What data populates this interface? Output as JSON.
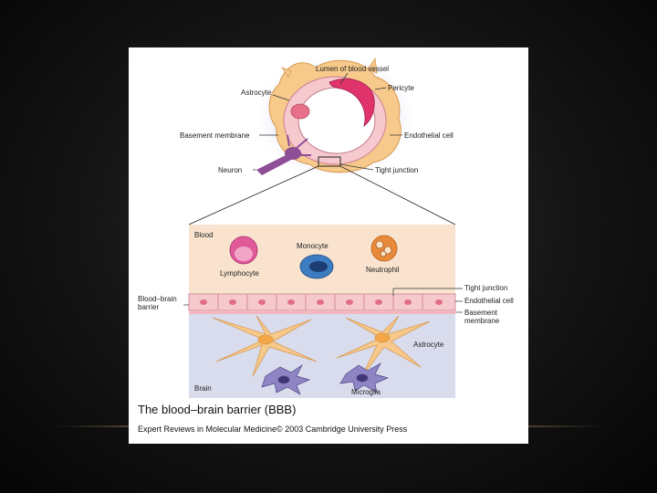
{
  "figure": {
    "top_labels": {
      "lumen": "Lumen of blood vessel",
      "astrocyte": "Astrocyte",
      "pericyte": "Pericyte",
      "basement_membrane": "Basement membrane",
      "endothelial_cell": "Endothelial cell",
      "neuron": "Neuron",
      "tight_junction": "Tight junction"
    },
    "detail_labels": {
      "blood": "Blood",
      "monocyte": "Monocyte",
      "lymphocyte": "Lymphocyte",
      "neutrophil": "Neutrophil",
      "bbb_line1": "Blood–brain",
      "bbb_line2": "barrier",
      "tight_junction": "Tight junction",
      "endothelial_cell": "Endothelial cell",
      "basement_line1": "Basement",
      "basement_line2": "membrane",
      "astrocyte": "Astrocyte",
      "brain": "Brain",
      "microglia": "Microglia"
    },
    "caption_title": "The blood–brain barrier (BBB)",
    "caption_credit": "Expert Reviews in Molecular Medicine© 2003 Cambridge University Press"
  },
  "colors": {
    "blood_bg": "#f9e3cf",
    "brain_bg": "#d9dcec",
    "endothelial": "#f6c9cf",
    "astrocyte": "#f7c98b",
    "pericyte": "#e0336b",
    "neuron": "#8e4f96",
    "monocyte": "#3c7cc1",
    "neutrophil": "#e88a3a",
    "lymphocyte": "#e05a9a",
    "microglia": "#8f85c4"
  }
}
